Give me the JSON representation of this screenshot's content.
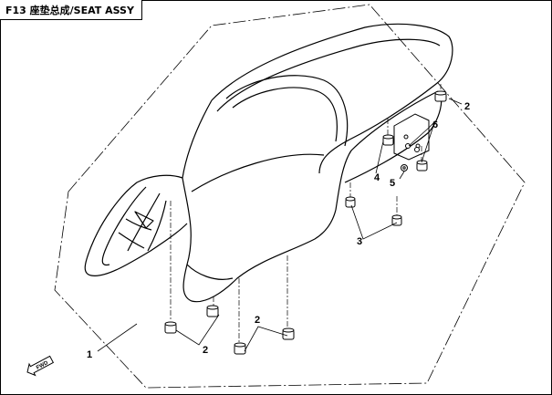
{
  "title": "F13 座垫总成/SEAT ASSY",
  "direction_badge": "FWD",
  "callouts": {
    "seat_assy": "1",
    "cushion_left_rear": "2",
    "cushion_front_left": "2",
    "cushion_front_mid": "2",
    "cushion_right": "2",
    "grommet": "3",
    "bracket": "4",
    "nut": "5",
    "bolt": "6"
  },
  "line_color": "#000000"
}
